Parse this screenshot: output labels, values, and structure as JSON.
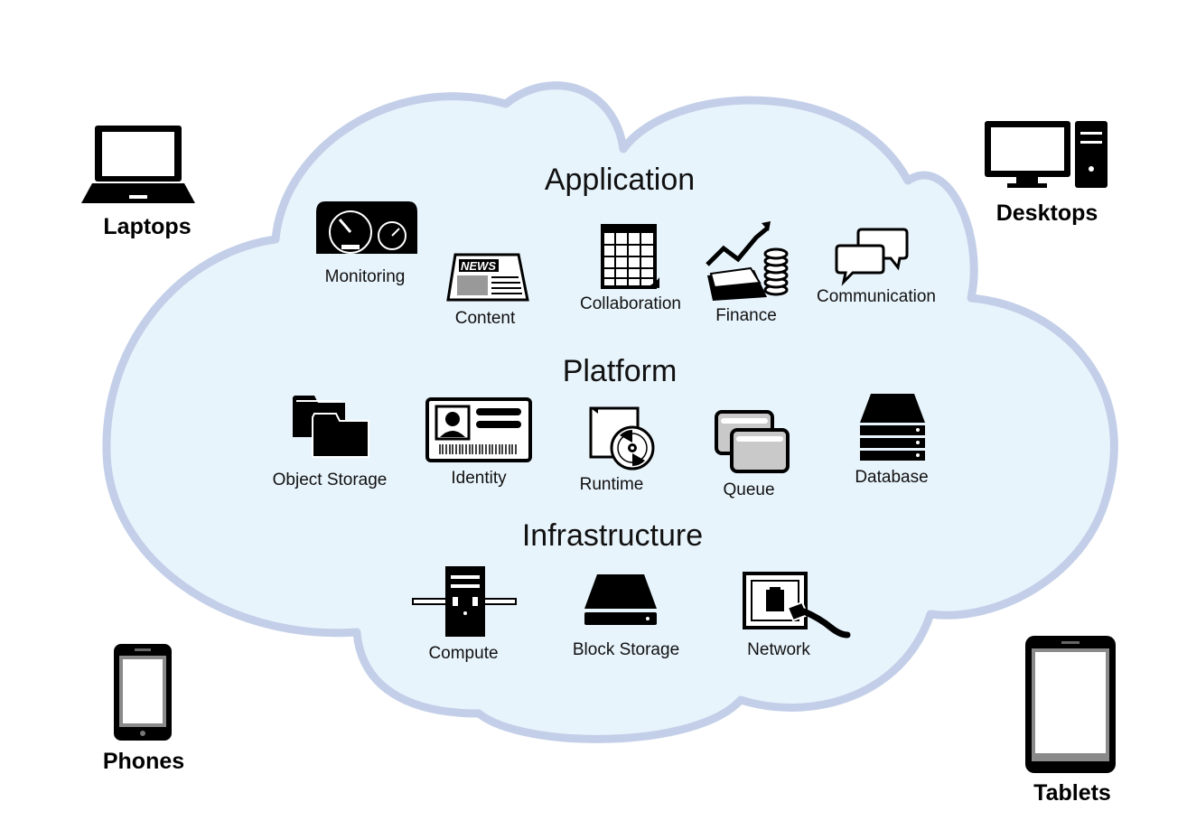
{
  "colors": {
    "cloud_fill": "#e8f4fc",
    "cloud_stroke": "#c3cfe8",
    "ink": "#000000"
  },
  "devices": {
    "laptops": "Laptops",
    "desktops": "Desktops",
    "phones": "Phones",
    "tablets": "Tablets"
  },
  "sections": {
    "application": {
      "title": "Application",
      "items": {
        "monitoring": {
          "label": "Monitoring",
          "icon": "dashboard-gauges-icon"
        },
        "content": {
          "label": "Content",
          "icon": "newspaper-icon",
          "badge": "NEWS"
        },
        "collaboration": {
          "label": "Collaboration",
          "icon": "calendar-grid-icon"
        },
        "finance": {
          "label": "Finance",
          "icon": "money-chart-icon"
        },
        "communication": {
          "label": "Communication",
          "icon": "speech-bubbles-icon"
        }
      }
    },
    "platform": {
      "title": "Platform",
      "items": {
        "object_storage": {
          "label": "Object Storage",
          "icon": "folders-icon"
        },
        "identity": {
          "label": "Identity",
          "icon": "id-card-icon"
        },
        "runtime": {
          "label": "Runtime",
          "icon": "software-disc-icon"
        },
        "queue": {
          "label": "Queue",
          "icon": "stacked-windows-icon"
        },
        "database": {
          "label": "Database",
          "icon": "server-stack-icon"
        }
      }
    },
    "infrastructure": {
      "title": "Infrastructure",
      "items": {
        "compute": {
          "label": "Compute",
          "icon": "tower-server-icon"
        },
        "block_storage": {
          "label": "Block Storage",
          "icon": "hard-drive-icon"
        },
        "network": {
          "label": "Network",
          "icon": "ethernet-port-icon"
        }
      }
    }
  }
}
